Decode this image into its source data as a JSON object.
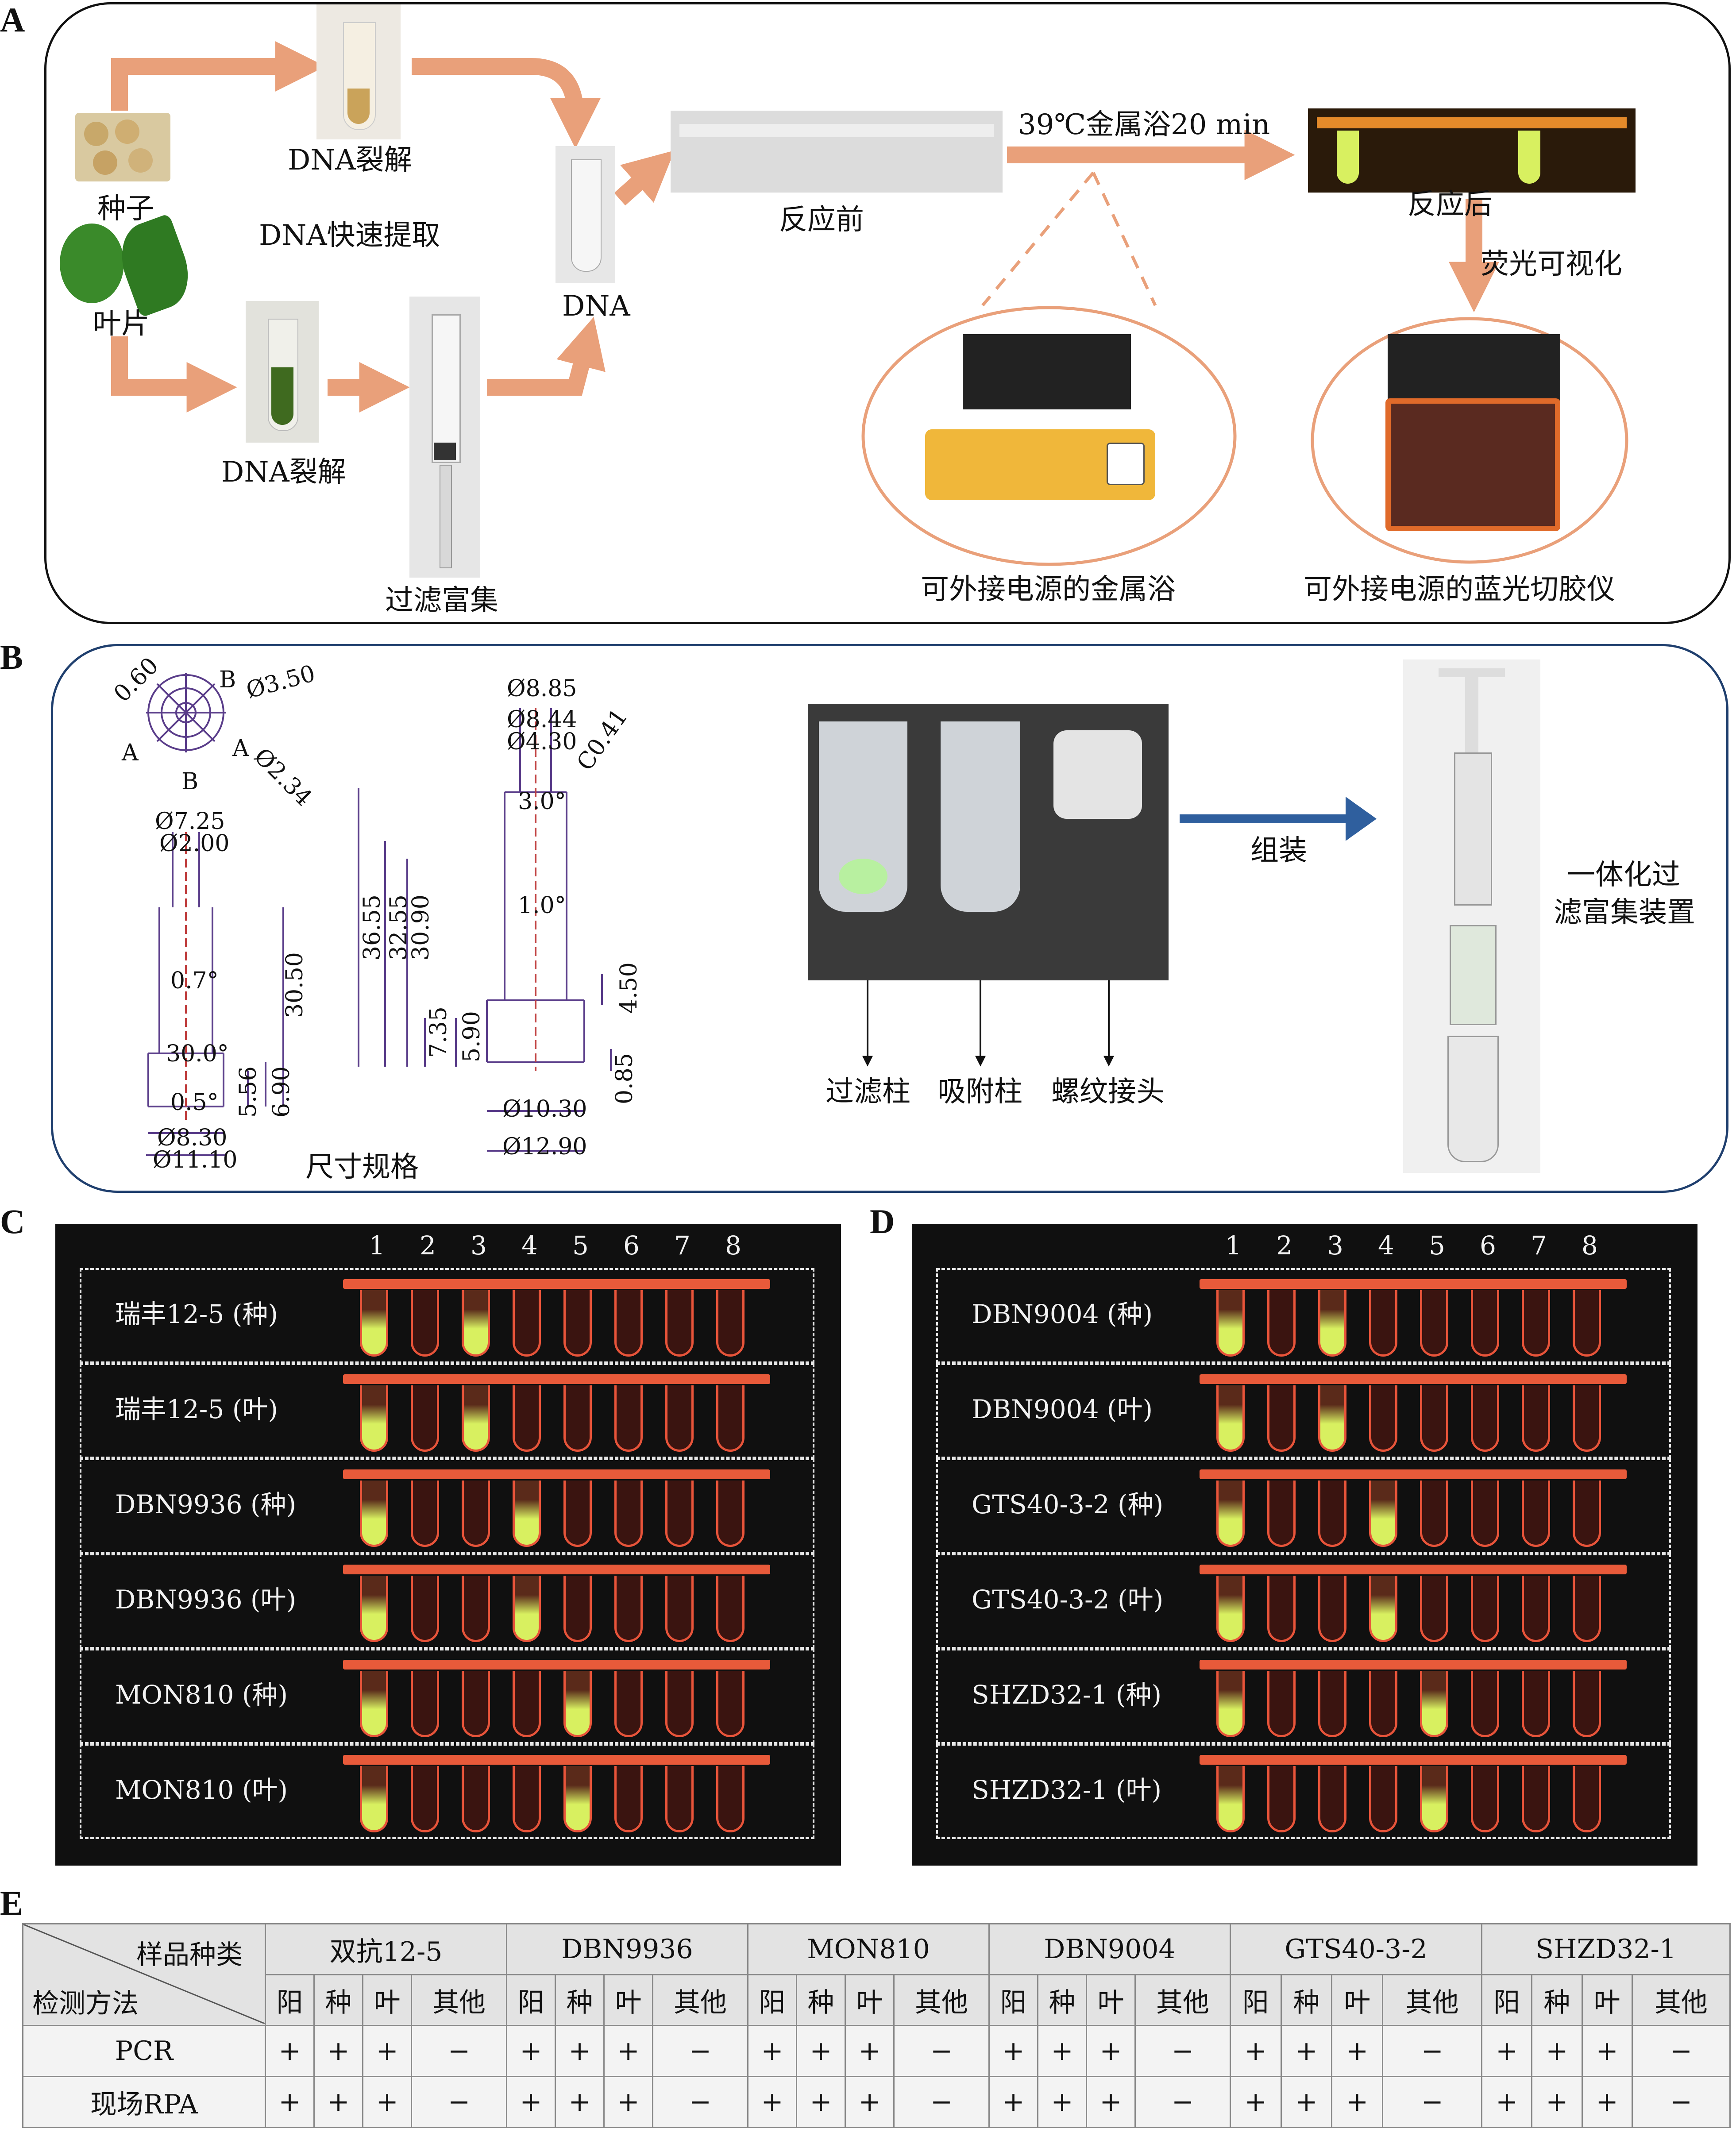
{
  "panels": {
    "a": "A",
    "b": "B",
    "c": "C",
    "d": "D",
    "e": "E"
  },
  "panelA": {
    "seed": "种子",
    "leaf": "叶片",
    "dna_lysis_top": "DNA裂解",
    "dna_lysis_bottom": "DNA裂解",
    "rapid_extraction": "DNA快速提取",
    "filter_enrich": "过滤富集",
    "dna": "DNA",
    "before": "反应前",
    "condition": "39℃金属浴20 min",
    "after": "反应后",
    "fluor": "荧光可视化",
    "metal_bath": "可外接电源的金属浴",
    "blue_light": "可外接电源的蓝光切胶仪"
  },
  "panelB": {
    "dims": "尺寸规格",
    "filter_col": "过滤柱",
    "adsorb_col": "吸附柱",
    "thread": "螺纹接头",
    "assemble": "组装",
    "device_line1": "一体化过",
    "device_line2": "滤富集装置",
    "dim_labels": [
      "0.60",
      "B",
      "Ø3.50",
      "A",
      "A",
      "B",
      "Ø2.34",
      "Ø7.25",
      "Ø2.00",
      "0.7°",
      "30.0°",
      "0.5°",
      "30.50",
      "5.56",
      "6.90",
      "Ø8.30",
      "Ø11.10",
      "Ø8.85",
      "Ø8.44",
      "Ø4.30",
      "C0.41",
      "3.0°",
      "1.0°",
      "36.55",
      "32.55",
      "30.90",
      "4.50",
      "7.35",
      "5.90",
      "Ø10.30",
      "Ø12.90",
      "0.85"
    ]
  },
  "panelC": {
    "lanes": [
      "1",
      "2",
      "3",
      "4",
      "5",
      "6",
      "7",
      "8"
    ],
    "rows": [
      {
        "label": "瑞丰12-5 (种)",
        "pos": [
          1,
          3
        ]
      },
      {
        "label": "瑞丰12-5 (叶)",
        "pos": [
          1,
          3
        ]
      },
      {
        "label": "DBN9936 (种)",
        "pos": [
          1,
          4
        ]
      },
      {
        "label": "DBN9936 (叶)",
        "pos": [
          1,
          4
        ]
      },
      {
        "label": "MON810 (种)",
        "pos": [
          1,
          5
        ]
      },
      {
        "label": "MON810 (叶)",
        "pos": [
          1,
          5
        ]
      }
    ]
  },
  "panelD": {
    "lanes": [
      "1",
      "2",
      "3",
      "4",
      "5",
      "6",
      "7",
      "8"
    ],
    "rows": [
      {
        "label": "DBN9004 (种)",
        "pos": [
          1,
          3
        ]
      },
      {
        "label": "DBN9004 (叶)",
        "pos": [
          1,
          3
        ]
      },
      {
        "label": "GTS40-3-2 (种)",
        "pos": [
          1,
          4
        ]
      },
      {
        "label": "GTS40-3-2 (叶)",
        "pos": [
          1,
          4
        ]
      },
      {
        "label": "SHZD32-1 (种)",
        "pos": [
          1,
          5
        ]
      },
      {
        "label": "SHZD32-1 (叶)",
        "pos": [
          1,
          5
        ]
      }
    ]
  },
  "panelE": {
    "corner_top": "样品种类",
    "corner_bottom": "检测方法",
    "samples": [
      "双抗12-5",
      "DBN9936",
      "MON810",
      "DBN9004",
      "GTS40-3-2",
      "SHZD32-1"
    ],
    "subcols": [
      "阳",
      "种",
      "叶",
      "其他"
    ],
    "methods": [
      {
        "name": "PCR",
        "results": [
          "+",
          "+",
          "+",
          "−"
        ]
      },
      {
        "name": "现场RPA",
        "results": [
          "+",
          "+",
          "+",
          "−"
        ]
      }
    ]
  },
  "colors": {
    "arrow": "#e9a07a",
    "positive": "#d8f060",
    "tube": "#e8543a",
    "frameB": "#1f3f6e",
    "assembleArrow": "#2f5f9e"
  }
}
